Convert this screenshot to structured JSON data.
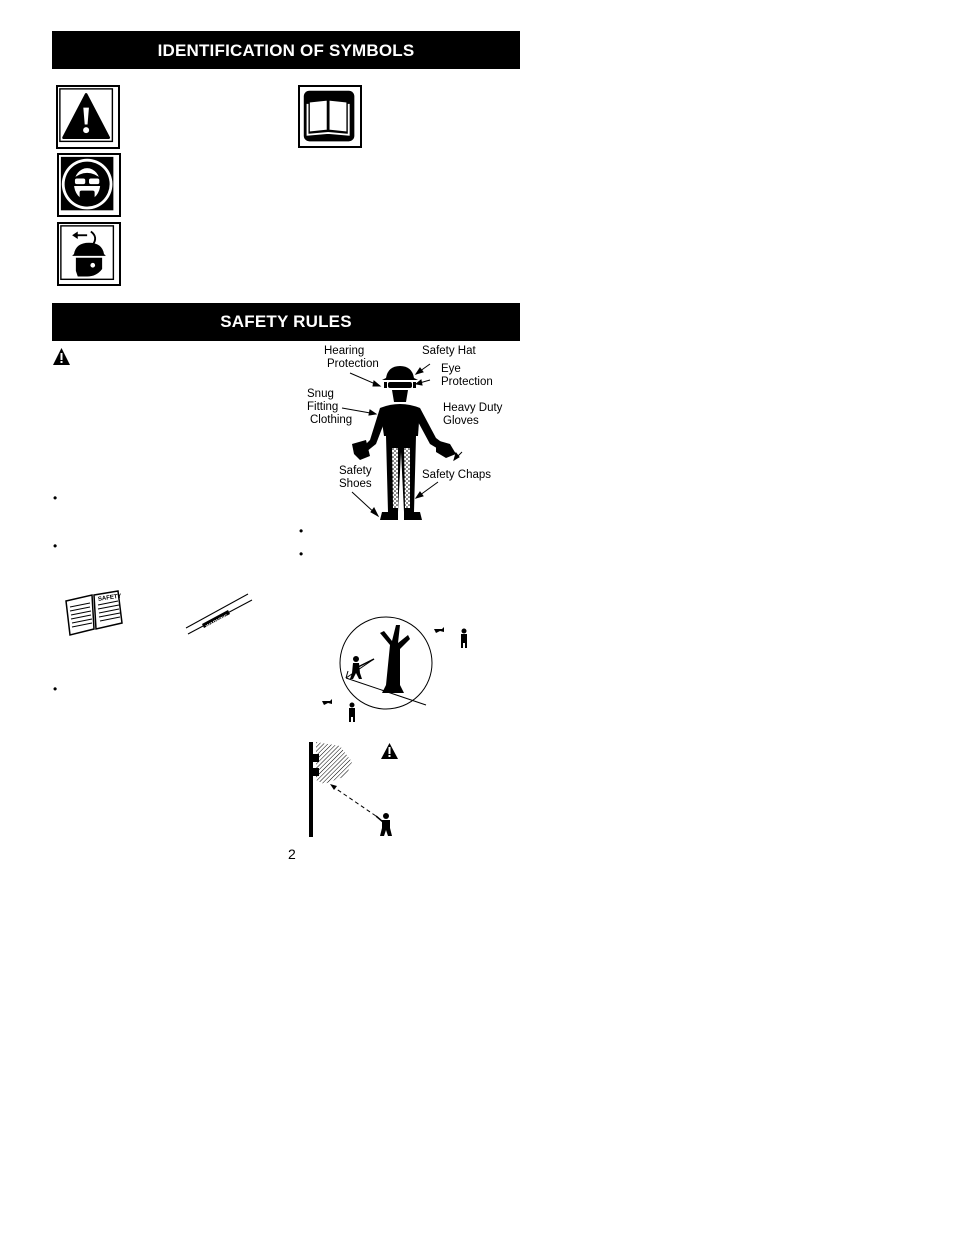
{
  "sections": {
    "symbols_title": "IDENTIFICATION OF SYMBOLS",
    "safety_title": "SAFETY RULES"
  },
  "symbol_icons": [
    "alert-triangle-icon",
    "read-manual-icon",
    "eye-protection-icon",
    "head-protection-icon"
  ],
  "gear_figure": {
    "labels": {
      "hearing_protection_1": "Hearing",
      "hearing_protection_2": "Protection",
      "safety_hat": "Safety Hat",
      "eye_protection_1": "Eye",
      "eye_protection_2": "Protection",
      "snug_1": "Snug",
      "snug_2": "Fitting",
      "snug_3": "Clothing",
      "gloves_1": "Heavy Duty",
      "gloves_2": "Gloves",
      "shoes_1": "Safety",
      "shoes_2": "Shoes",
      "chaps": "Safety Chaps"
    }
  },
  "manual_illustration": {
    "book_text": "SAFETY",
    "decal_text": "WARNING"
  },
  "bullets": [
    "•",
    "•",
    "•",
    "•",
    "•"
  ],
  "page_number": "2"
}
